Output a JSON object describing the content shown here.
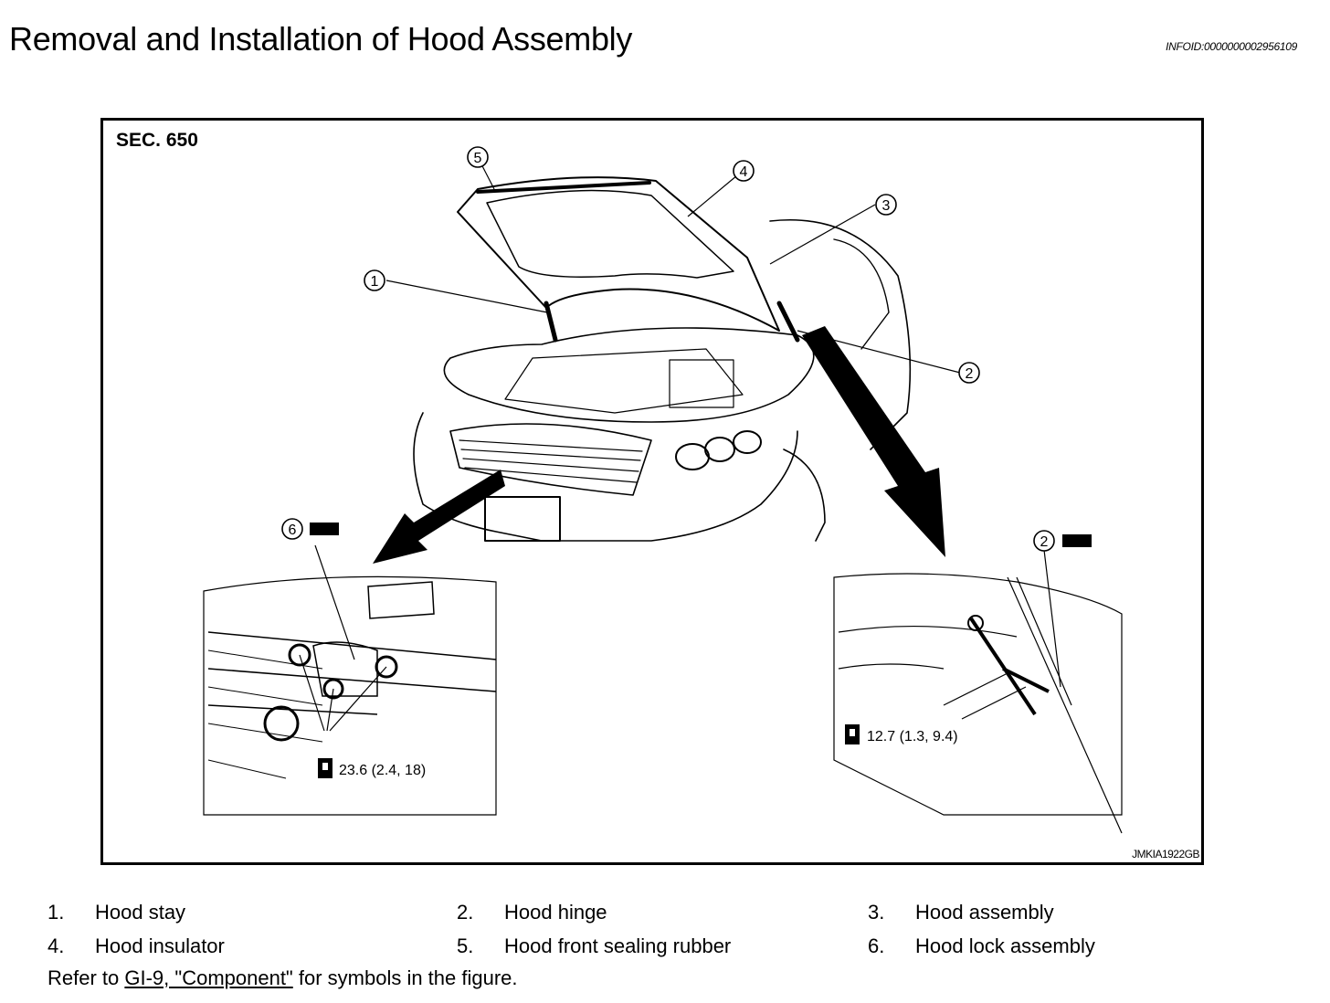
{
  "header": {
    "title": "Removal and Installation of Hood Assembly",
    "infoid": "INFOID:0000000002956109"
  },
  "figure": {
    "section": "SEC. 650",
    "code": "JMKIA1922GB",
    "callouts": [
      "1",
      "2",
      "3",
      "4",
      "5",
      "6",
      "2"
    ],
    "torque_left": "23.6 (2.4, 18)",
    "torque_right": "12.7 (1.3, 9.4)"
  },
  "legend": [
    {
      "num": "1.",
      "label": "Hood stay"
    },
    {
      "num": "2.",
      "label": "Hood hinge"
    },
    {
      "num": "3.",
      "label": "Hood assembly"
    },
    {
      "num": "4.",
      "label": "Hood insulator"
    },
    {
      "num": "5.",
      "label": "Hood front sealing rubber"
    },
    {
      "num": "6.",
      "label": "Hood lock assembly"
    }
  ],
  "note": {
    "prefix": "Refer to ",
    "link": "GI-9, \"Component\"",
    "suffix": " for symbols in the figure."
  }
}
